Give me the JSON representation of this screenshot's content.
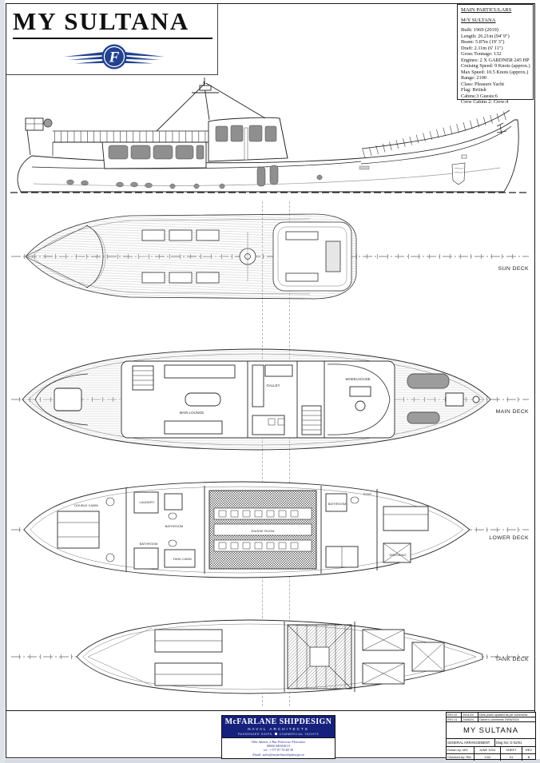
{
  "header": {
    "title": "MY SULTANA",
    "logo_letter": "F",
    "logo_color": "#22418f"
  },
  "particulars": {
    "heading": "MAIN PARTICULARS",
    "subheading": "M/Y SULTANA",
    "lines": [
      "Built: 1969 (2019)",
      "Length: 26.21m (94' 9\")",
      "Beam: 5.87m (19' 3\")",
      "Draft: 2.11m (6' 11\")",
      "Gross Tonnage: 132",
      "Engines: 2 X GARDNER 245 HP",
      "Cruising Speed: 9 Knots (approx.)",
      "Max Speed: 10.5 Knots (approx.)",
      "Range: 2100",
      "Class: Pleasure Yacht",
      "Flag: British",
      "Cabins:3 Guests:6",
      "Crew Cabins 2: Crew:4"
    ]
  },
  "plans": {
    "sun": {
      "label": "SUN DECK"
    },
    "main": {
      "label": "MAIN DECK",
      "rooms": {
        "lounge": "MAIN LOUNGE",
        "galley": "GALLEY",
        "wheelhouse": "WHEELHOUSE"
      }
    },
    "lower": {
      "label": "LOWER DECK",
      "rooms": {
        "double": "DOUBLE CABIN",
        "laundry": "LAUNDRY",
        "bath1": "BATHROOM",
        "bath2": "BATHROOM",
        "twin": "TWIN CABIN",
        "engine": "ENGINE ROOM",
        "bath3": "BATHROOM",
        "step": "STEP",
        "dressing": "DRESSING"
      }
    },
    "tank": {
      "label": "TANK DECK"
    }
  },
  "footer": {
    "firm": {
      "name": "McFARLANE SHIPDESIGN",
      "subtitle": "NAVAL ARCHITECTS",
      "tagline_left": "PASSENGER SHIPS",
      "tagline_right": "COMMERCIAL YACHTS",
      "address1": "Villa Adonis, 2 Rue Princesse Florestine",
      "address2": "98000  MONACO",
      "phone": "tel: +377 97 70 48 38",
      "email": "Email: sales@mcfarlaneshipdesign.eu"
    },
    "titleblock": {
      "revisions": [
        {
          "rev": "REV 02",
          "date": "29/11/24",
          "note": "Deck plans updated as per comments"
        },
        {
          "rev": "REV 01",
          "date": "24/06/24",
          "note": "Owner's comments 29/06/2024"
        }
      ],
      "boat_name": "MY SULTANA",
      "drawing_title": "GENERAL ARRANGEMENT",
      "dwg_no": "Dwg No: G-02/01",
      "drawn": "Drawn by: MG",
      "date": "JUNE 2024",
      "sheet_label": "SHEET",
      "rev_label": "REV",
      "checked": "Checked by: RM",
      "scale": "1:50",
      "sheet_no": "01",
      "rev_no": "B"
    }
  }
}
